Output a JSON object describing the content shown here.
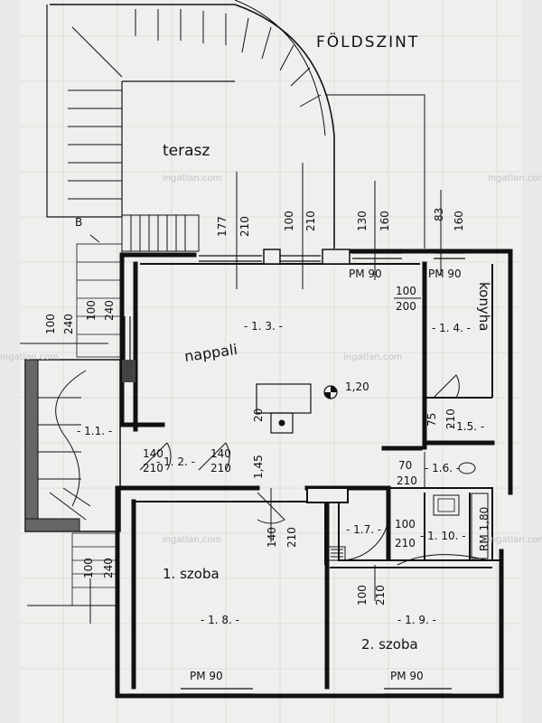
{
  "title": "FÖLDSZINT",
  "watermark": "ingatlan.com",
  "rooms": {
    "terrace": "terasz",
    "living_label": "nappali",
    "living_id": "- 1. 3. -",
    "kitchen_label": "konyha",
    "kitchen_id": "- 1. 4. -",
    "r11": "- 1.1. -",
    "r12": "- 1. 2. -",
    "r15": "- 1.5. -",
    "r16": "- 1.6. -",
    "r17": "- 1.7. -",
    "r110": "- 1. 10. -",
    "room1_label": "1. szoba",
    "room1_id": "- 1. 8. -",
    "room2_label": "2. szoba",
    "room2_id": "- 1. 9. -"
  },
  "openings": {
    "t1_top": "177",
    "t1_bot": "210",
    "t2_top": "100",
    "t2_bot": "210",
    "t3_top": "130",
    "t3_bot": "160",
    "t4_top": "83",
    "t4_bot": "160",
    "pm90_living": "PM 90",
    "pm90_kitchen": "PM 90",
    "door_living_top": "100",
    "door_living_bot": "200",
    "stair_left_a_top": "100",
    "stair_left_a_bot": "240",
    "stair_left_b_top": "100",
    "stair_left_b_bot": "240",
    "d75_top": "75",
    "d75_bot": "210",
    "d20": "20",
    "d145": "1,45",
    "d120": "1,20",
    "d12a_top": "140",
    "d12a_bot": "210",
    "d12b_top": "140",
    "d12b_bot": "210",
    "d70_top": "70",
    "d70_bot": "210",
    "d_bed_top": "140",
    "d_bed_bot": "210",
    "d110_top": "100",
    "d110_bot": "210",
    "rm180": "RM 1,80",
    "d19_top": "100",
    "d19_bot": "210",
    "d_stairbot_top": "100",
    "d_stairbot_bot": "240",
    "pm90_room1": "PM 90",
    "pm90_room2": "PM 90",
    "b_mark": "B"
  }
}
